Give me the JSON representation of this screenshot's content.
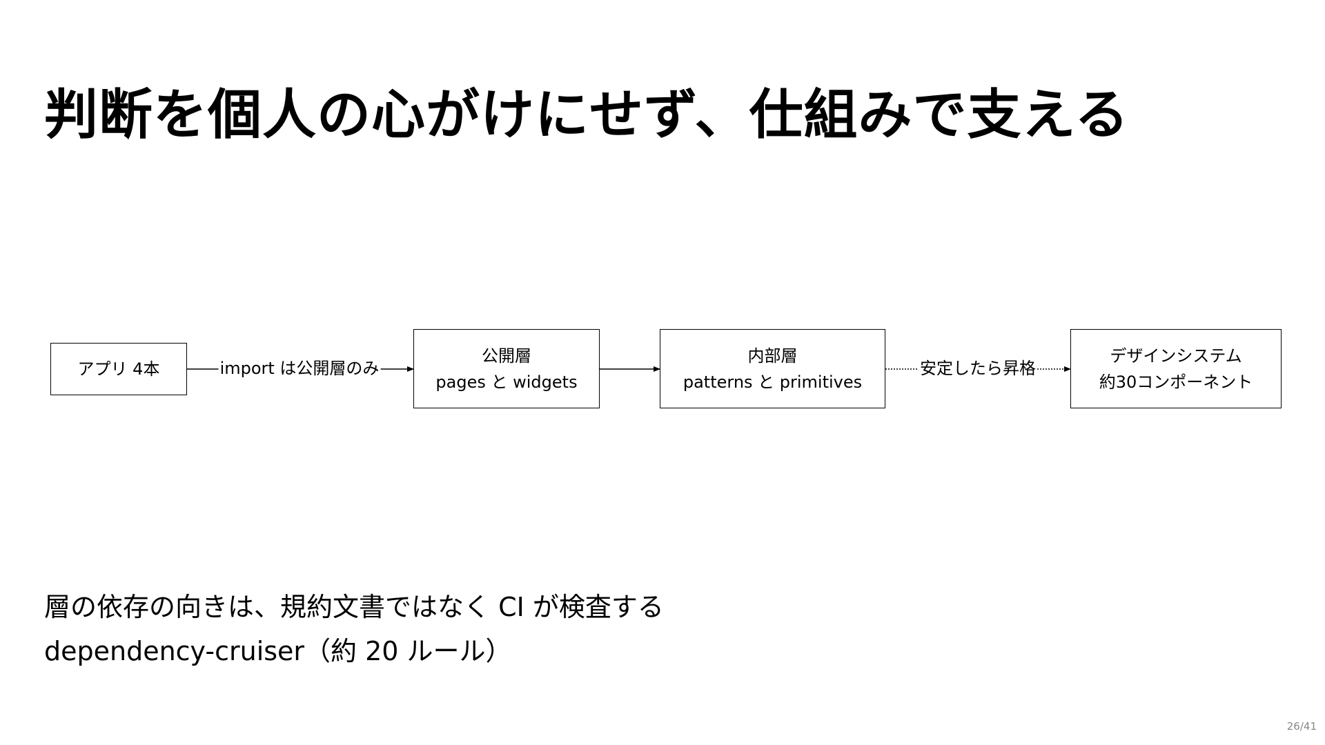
{
  "slide": {
    "title": "判断を個人の心がけにせず、仕組みで支える",
    "page_current": "26",
    "page_separator": "/",
    "page_total": "41"
  },
  "diagram": {
    "nodes": {
      "app": {
        "line1": "アプリ 4本"
      },
      "public": {
        "line1": "公開層",
        "line2": "pages と widgets"
      },
      "internal": {
        "line1": "内部層",
        "line2": "patterns と primitives"
      },
      "design_system": {
        "line1": "デザインシステム",
        "line2": "約30コンポーネント"
      }
    },
    "edges": {
      "app_to_public": {
        "label": "import は公開層のみ",
        "style": "solid"
      },
      "public_to_internal": {
        "label": "",
        "style": "solid"
      },
      "internal_to_ds": {
        "label": "安定したら昇格",
        "style": "dotted"
      }
    }
  },
  "notes": {
    "line1": "層の依存の向きは、規約文書ではなく CI が検査する",
    "line2": "dependency-cruiser（約 20 ルール）"
  },
  "colors": {
    "text": "#000000",
    "background": "#ffffff",
    "page_number": "#888888"
  }
}
